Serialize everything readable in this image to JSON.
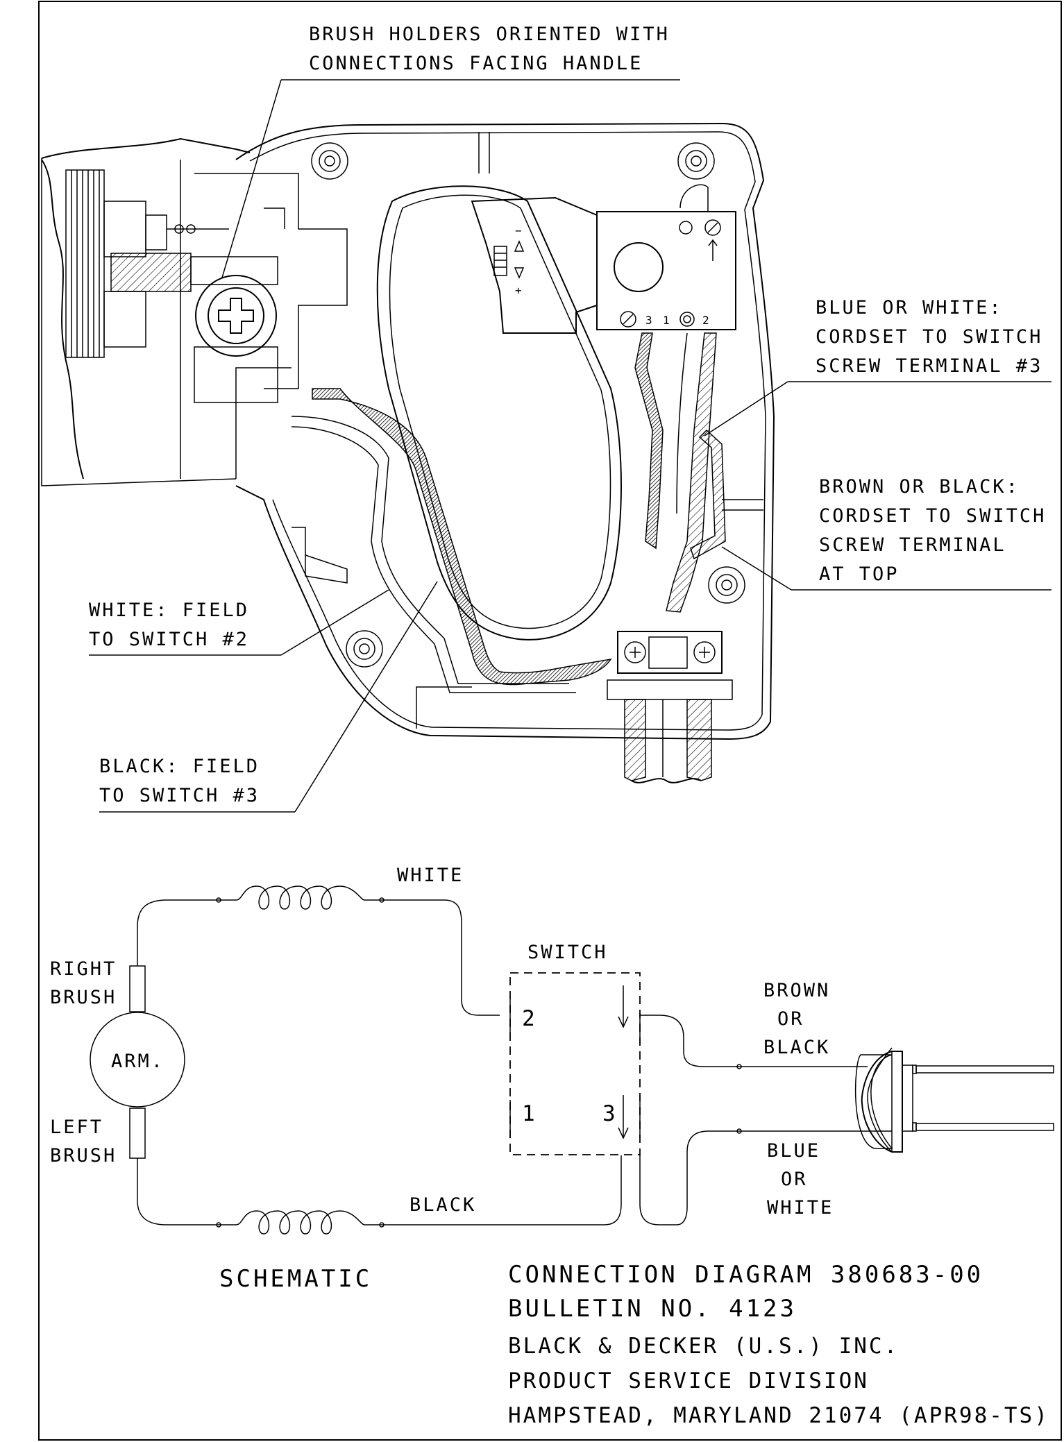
{
  "callouts": {
    "brush_holders": [
      "BRUSH HOLDERS ORIENTED WITH",
      "CONNECTIONS FACING HANDLE"
    ],
    "blue_white": [
      "BLUE OR WHITE:",
      "CORDSET TO SWITCH",
      "SCREW TERMINAL #3"
    ],
    "brown_black": [
      "BROWN OR BLACK:",
      "CORDSET TO SWITCH",
      "SCREW TERMINAL",
      "AT TOP"
    ],
    "white_field": [
      "WHITE: FIELD",
      "TO SWITCH #2"
    ],
    "black_field": [
      "BLACK: FIELD",
      "TO SWITCH #3"
    ]
  },
  "switch_terminals": {
    "t3": "3",
    "t1": "1",
    "t2": "2"
  },
  "switch_symbols": {
    "minus": "−",
    "plus": "+"
  },
  "schematic": {
    "white": "WHITE",
    "black": "BLACK",
    "switch": "SWITCH",
    "term2": "2",
    "term1": "1",
    "term3": "3",
    "right_brush": [
      "RIGHT",
      "BRUSH"
    ],
    "left_brush": [
      "LEFT",
      "BRUSH"
    ],
    "arm": "ARM.",
    "brown": [
      "BROWN",
      "OR",
      "BLACK"
    ],
    "blue": [
      "BLUE",
      "OR",
      "WHITE"
    ],
    "title": "SCHEMATIC"
  },
  "footer": {
    "line1": "CONNECTION DIAGRAM 380683-00",
    "line2": "BULLETIN NO. 4123",
    "line3": "BLACK & DECKER (U.S.) INC.",
    "line4": "PRODUCT SERVICE DIVISION",
    "line5": "HAMPSTEAD, MARYLAND 21074 (APR98-TS)"
  }
}
